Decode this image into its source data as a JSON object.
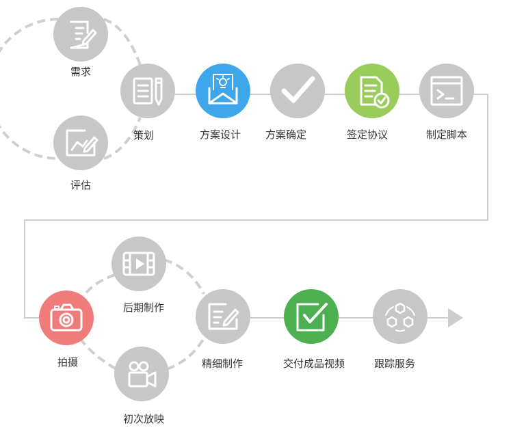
{
  "colors": {
    "gray": "#c7c7c7",
    "connector": "#cccccc",
    "blue": "#3ea6ea",
    "light_green": "#99cc5b",
    "green": "#4caf50",
    "red": "#ef7b7b",
    "icon_white": "#ffffff",
    "label_text": "#333333"
  },
  "nodes": [
    {
      "id": "xuqiu",
      "name": "node-xuqiu",
      "label": "需求",
      "icon": "document-edit-icon",
      "color": "gray"
    },
    {
      "id": "pinggu",
      "name": "node-pinggu",
      "label": "评估",
      "icon": "chart-edit-icon",
      "color": "gray"
    },
    {
      "id": "cehua",
      "name": "node-cehua",
      "label": "策划",
      "icon": "notepad-pencil-icon",
      "color": "gray"
    },
    {
      "id": "fangansheji",
      "name": "node-fangansheji",
      "label": "方案设计",
      "icon": "idea-mail-icon",
      "color": "blue"
    },
    {
      "id": "fangankueding",
      "name": "node-fanganqueding",
      "label": "方案确定",
      "icon": "checkmark-icon",
      "color": "gray"
    },
    {
      "id": "qiandingxieyi",
      "name": "node-qiandingxieyi",
      "label": "签定协议",
      "icon": "contract-check-icon",
      "color": "light_green"
    },
    {
      "id": "zhidingjiaoben",
      "name": "node-zhidingjiaoben",
      "label": "制定脚本",
      "icon": "terminal-icon",
      "color": "gray"
    },
    {
      "id": "paishe",
      "name": "node-paishe",
      "label": "拍摄",
      "icon": "camera-icon",
      "color": "red"
    },
    {
      "id": "houqizhizuo",
      "name": "node-houqizhizuo",
      "label": "后期制作",
      "icon": "film-play-icon",
      "color": "gray"
    },
    {
      "id": "chucifangying",
      "name": "node-chucifangying",
      "label": "初次放映",
      "icon": "video-camera-icon",
      "color": "gray"
    },
    {
      "id": "jingxizhizuo",
      "name": "node-jingxizhizuo",
      "label": "精细制作",
      "icon": "edit-list-icon",
      "color": "gray"
    },
    {
      "id": "jiaofu",
      "name": "node-jiaofu",
      "label": "交付成品视频",
      "icon": "check-box-icon",
      "color": "green"
    },
    {
      "id": "genzong",
      "name": "node-genzong",
      "label": "跟踪服务",
      "icon": "hexagon-network-icon",
      "color": "gray"
    }
  ]
}
